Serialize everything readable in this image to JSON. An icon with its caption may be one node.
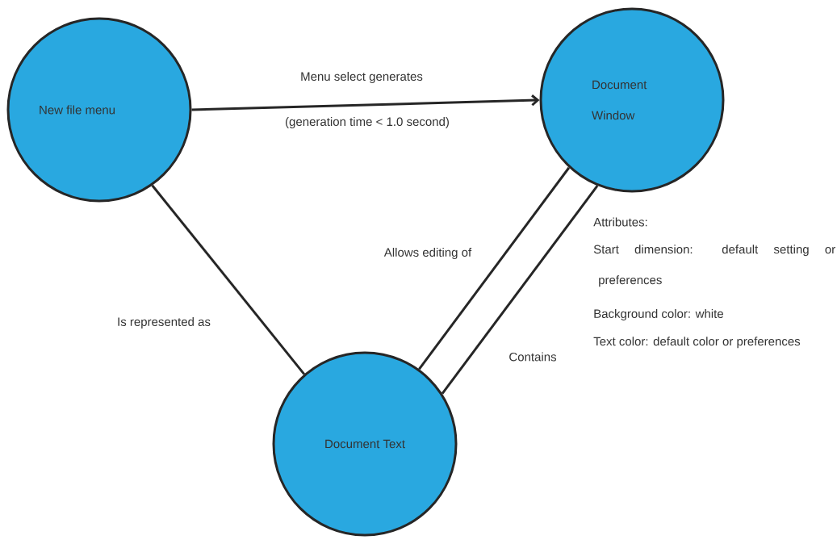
{
  "diagram": {
    "nodes": [
      {
        "text": [
          "New file menu"
        ]
      },
      {
        "text": [
          "Document Window"
        ]
      },
      {
        "text": [
          "Document Text"
        ]
      }
    ],
    "edges": [
      {
        "from": 0,
        "to": 1,
        "arrow": "to",
        "label": "Menu select generates"
      },
      {
        "from": 0,
        "to": 2,
        "arrow": "none",
        "label": "Is represented as"
      },
      {
        "from": 1,
        "to": 2,
        "arrow": "none",
        "label": "Allows editing of"
      },
      {
        "from": 1,
        "to": 2,
        "arrow": "none",
        "label": "Contains"
      }
    ],
    "labels": [
      "(generation time < 1.0 second)",
      "Attributes:",
      "Start dimension: default setting or preferences",
      "Background color: white",
      "Text color: default color or preferences"
    ]
  }
}
